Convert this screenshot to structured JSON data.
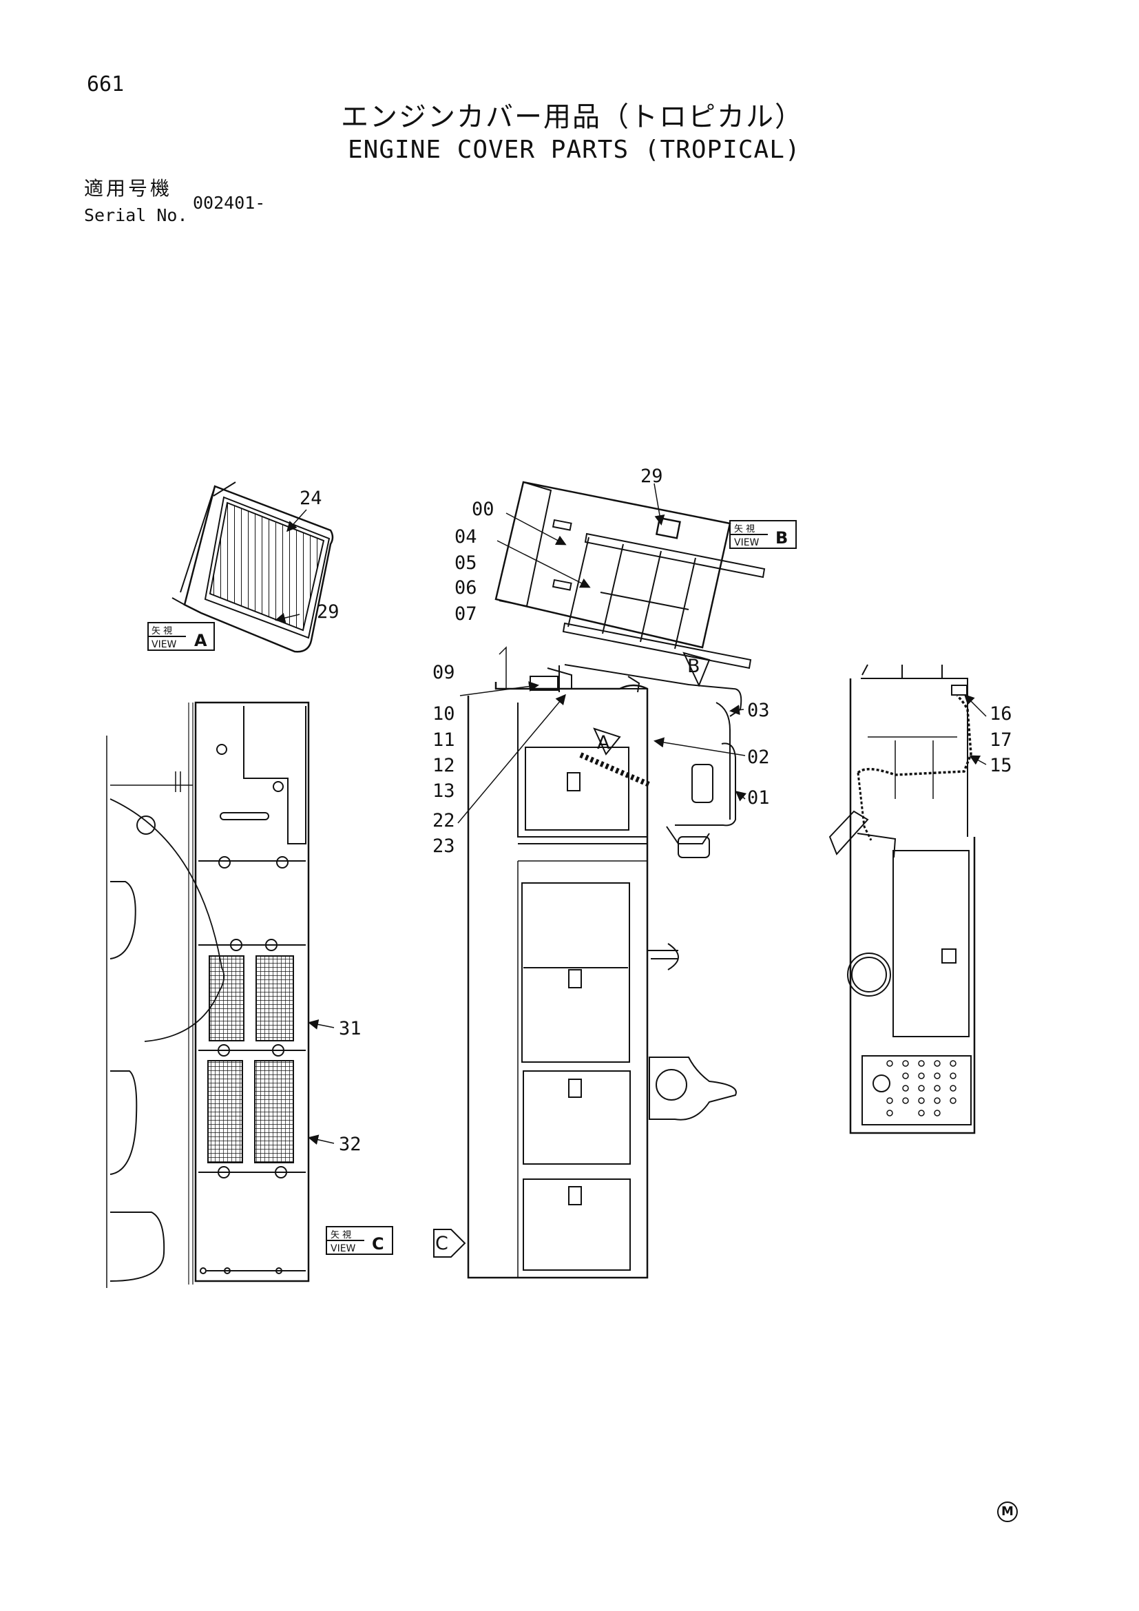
{
  "page": {
    "number": "661",
    "title_jp": "エンジンカバー用品（トロピカル）",
    "title_en": "ENGINE COVER PARTS (TROPICAL)",
    "serial_label_jp": "適用号機",
    "serial_label_en": "Serial No.",
    "serial_value": "002401-",
    "corner_mark": "M"
  },
  "views": {
    "jp": "矢 視",
    "word": "VIEW",
    "a": "A",
    "b": "B",
    "c": "C"
  },
  "callouts": {
    "p00": "00",
    "p01": "01",
    "p02": "02",
    "p03": "03",
    "p04": "04",
    "p05": "05",
    "p06": "06",
    "p07": "07",
    "p09": "09",
    "p10": "10",
    "p11": "11",
    "p12": "12",
    "p13": "13",
    "p15": "15",
    "p16": "16",
    "p17": "17",
    "p22": "22",
    "p23": "23",
    "p24": "24",
    "p29a": "29",
    "p29b": "29",
    "p31": "31",
    "p32": "32"
  }
}
